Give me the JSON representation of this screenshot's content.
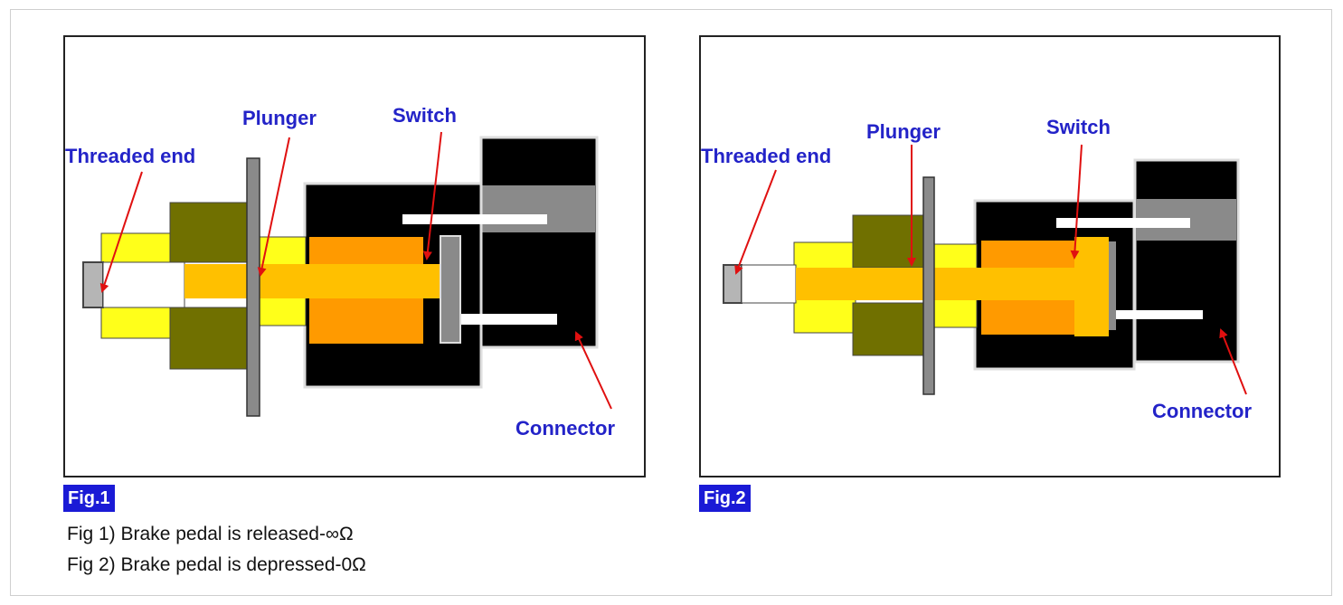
{
  "figures": [
    {
      "badge": "Fig.1",
      "labels": {
        "threaded_end": "Threaded end",
        "plunger": "Plunger",
        "switch": "Switch",
        "connector": "Connector"
      }
    },
    {
      "badge": "Fig.2",
      "labels": {
        "threaded_end": "Threaded end",
        "plunger": "Plunger",
        "switch": "Switch",
        "connector": "Connector"
      }
    }
  ],
  "captions": [
    "Fig 1) Brake pedal is released-∞Ω",
    "Fig 2) Brake pedal is depressed-0Ω"
  ],
  "colors": {
    "label": "#2323c8",
    "badge_bg": "#1a1ad6",
    "arrow": "#e01010",
    "yellow": "#ffff1a",
    "plunger": "#ffc000",
    "orange": "#ff9a00",
    "olive": "#707000",
    "grey": "#8a8a8a",
    "black": "#000000"
  }
}
